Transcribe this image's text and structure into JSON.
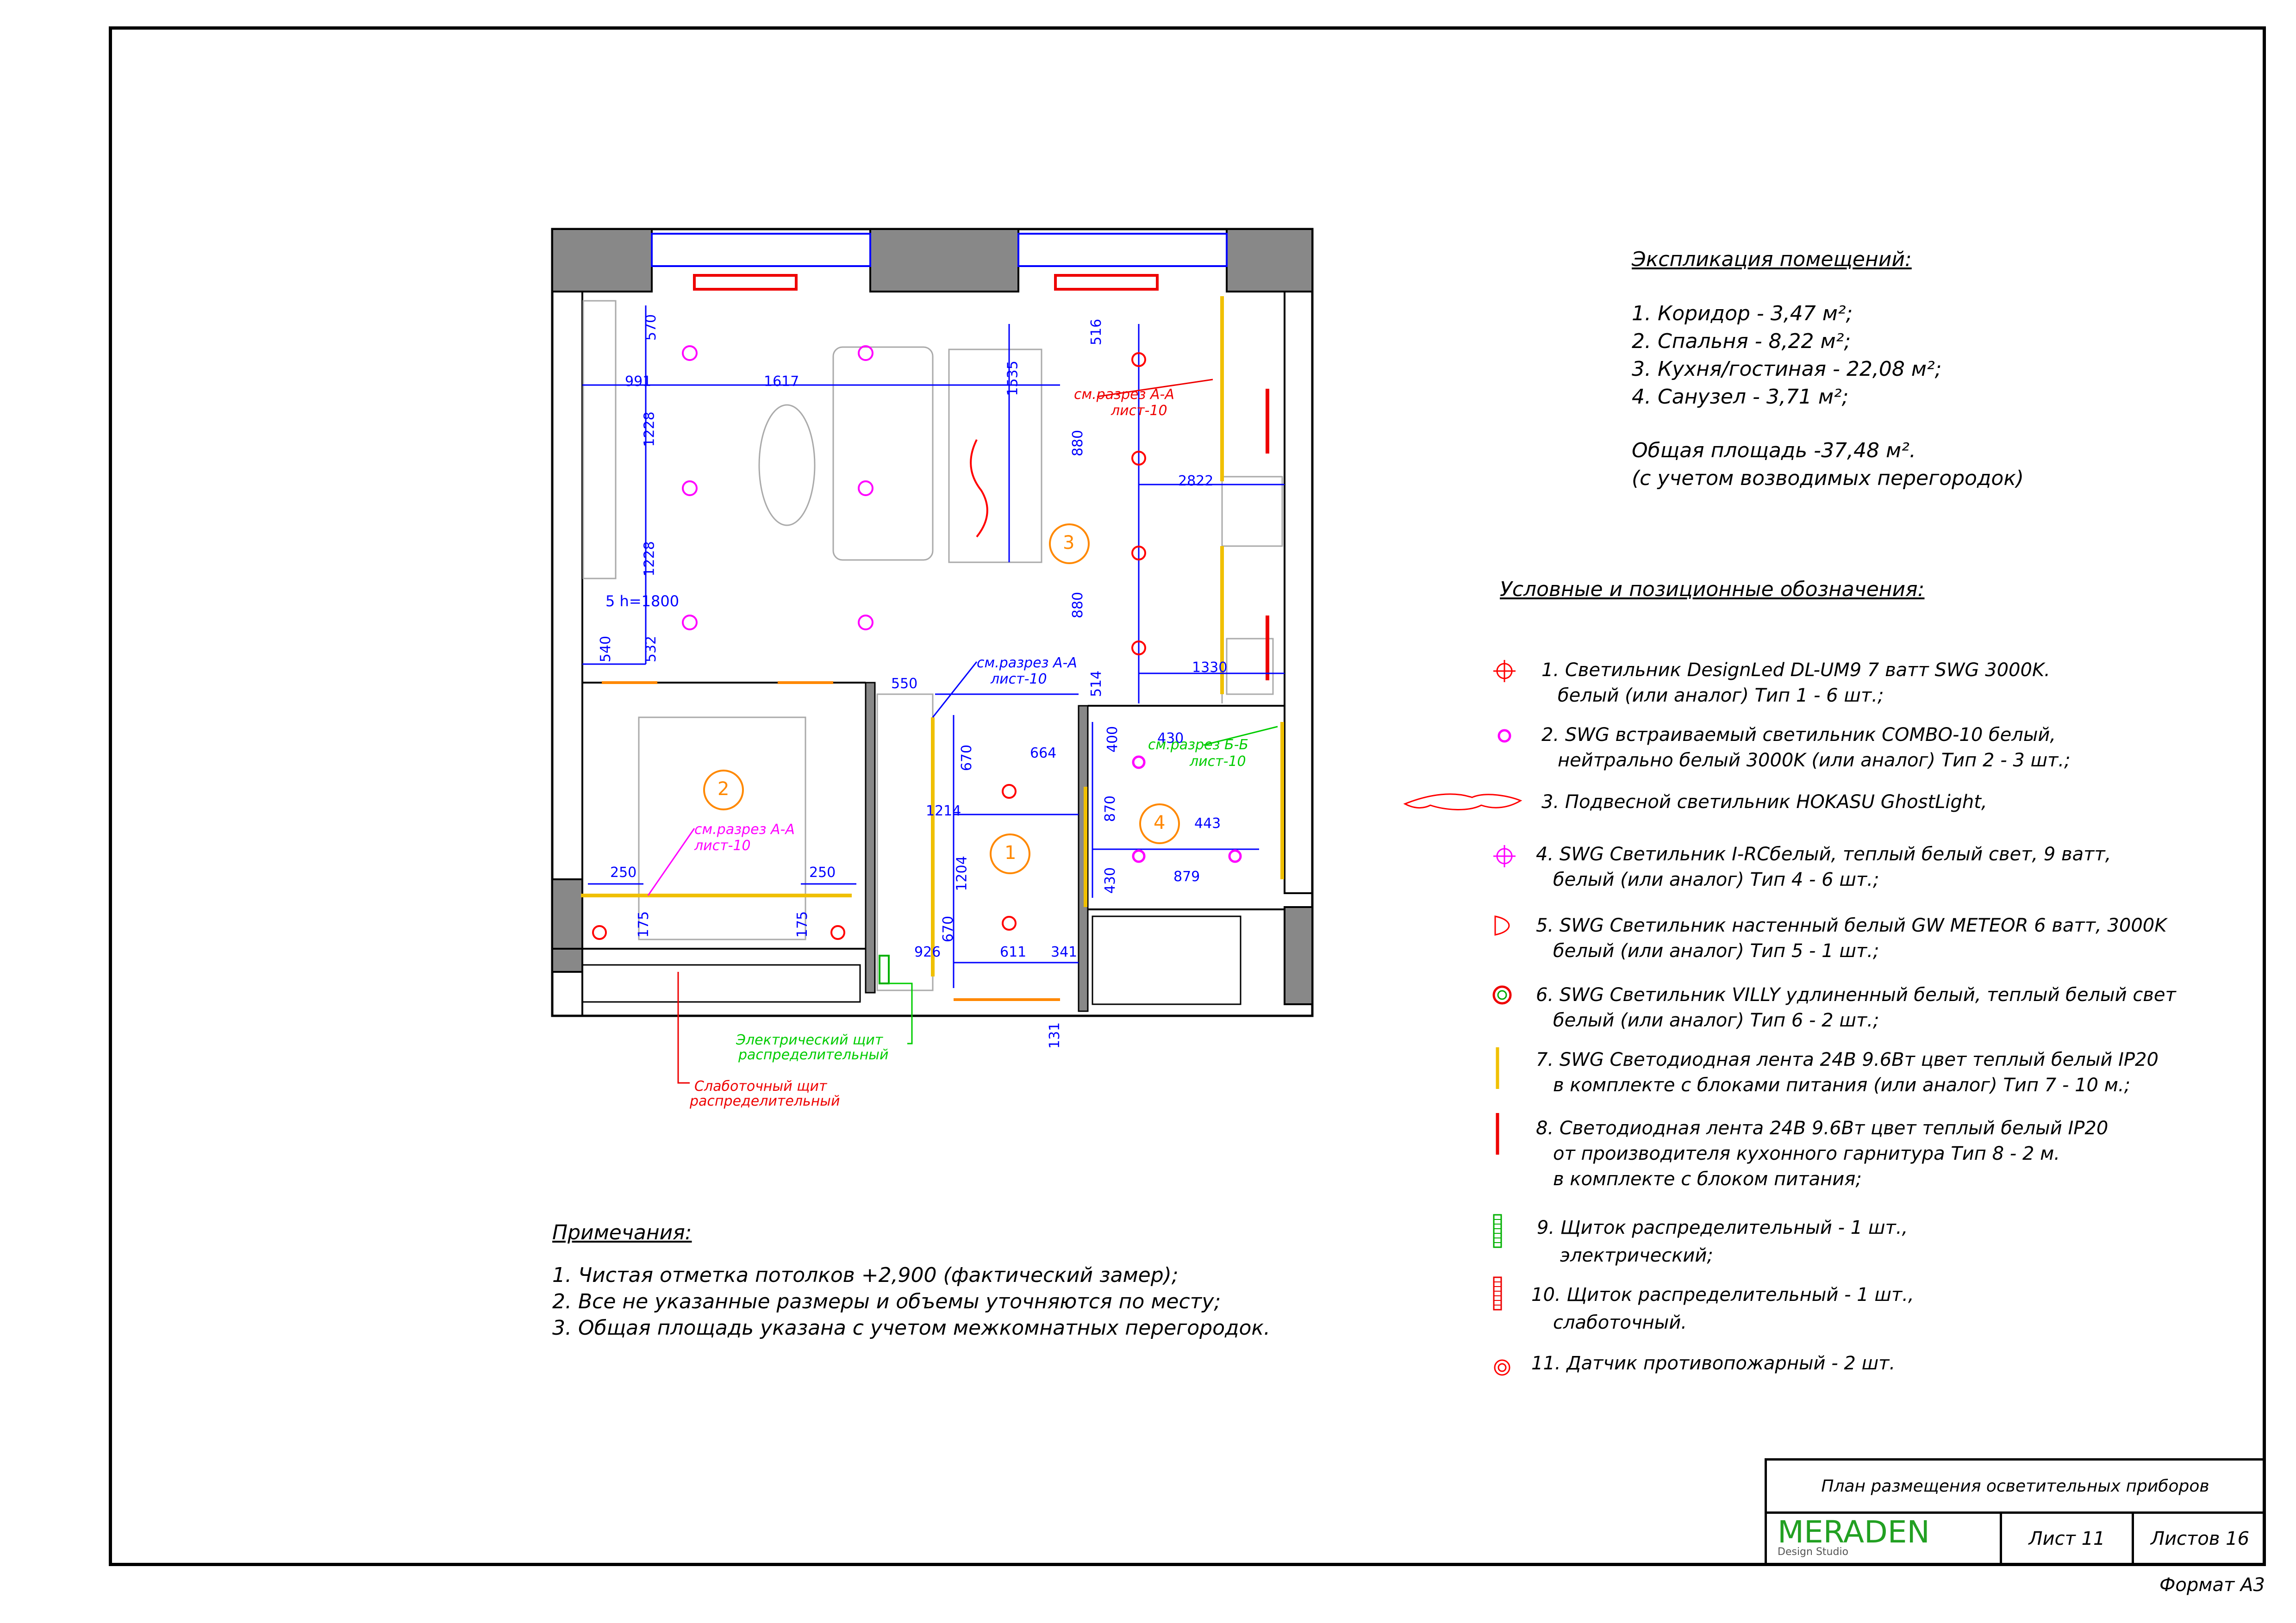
{
  "explication": {
    "title": "Экспликация помещений:",
    "rooms": [
      "1. Коридор - 3,47 м²;",
      "2. Спальня - 8,22 м²;",
      "3. Кухня/гостиная - 22,08 м²;",
      "4. Санузел - 3,71 м²;"
    ],
    "total": "Общая площадь -37,48 м².",
    "total_note": "(с учетом возводимых перегородок)"
  },
  "legend": {
    "title": "Условные и позиционные обозначения:",
    "items": [
      {
        "icon": "crosshair-light-icon",
        "line1": "1. Светильник DesignLed DL-UM9 7 ватт SWG 3000K.",
        "line2": "белый (или аналог) Тип 1 - 6 шт.;",
        "color": "#ff0000"
      },
      {
        "icon": "recessed-light-icon",
        "line1": "2. SWG встраиваемый светильник COMBO-10 белый,",
        "line2": "нейтрально белый 3000K (или аналог) Тип 2 - 3 шт.;",
        "color": "#ff00ff"
      },
      {
        "icon": "pendant-light-icon",
        "line1": "3. Подвесной светильник HOKASU GhostLight,",
        "line2": "",
        "color": "#ff0000"
      },
      {
        "icon": "spot-light-icon",
        "line1": "4. SWG Светильник I-RCбелый, теплый белый свет, 9 ватт,",
        "line2": "белый (или аналог) Тип 4 - 6 шт.;",
        "color": "#ff00ff"
      },
      {
        "icon": "wall-light-icon",
        "line1": "5. SWG Светильник настенный белый GW METEOR 6 ватт, 3000K",
        "line2": "белый (или аналог) Тип 5 - 1 шт.;",
        "color": "#ff0000"
      },
      {
        "icon": "oval-light-icon",
        "line1": "6. SWG Светильник VILLY удлиненный белый, теплый белый свет",
        "line2": "белый (или аналог) Тип 6 - 2 шт.;",
        "color": "#ff0000"
      },
      {
        "icon": "yellow-strip-icon",
        "line1": "7. SWG Светодиодная лента 24В 9.6Вт цвет теплый белый IP20",
        "line2": "в комплекте с блоками питания (или аналог) Тип 7 - 10 м.;",
        "color": "#f0c000"
      },
      {
        "icon": "red-strip-icon",
        "line1": "8. Светодиодная лента 24В 9.6Вт цвет теплый белый IP20",
        "line2": "от производителя кухонного гарнитура Тип 8 - 2 м.",
        "line3": "в комплекте с блоком питания;",
        "color": "#e00000"
      },
      {
        "icon": "green-panel-icon",
        "line1": "9. Щиток распределительный - 1 шт.,",
        "line2": "электрический;",
        "color": "#00b000"
      },
      {
        "icon": "red-panel-icon",
        "line1": "10. Щиток распределительный - 1 шт.,",
        "line2": "слаботочный.",
        "color": "#e00000"
      },
      {
        "icon": "smoke-detector-icon",
        "line1": "11. Датчик противопожарный - 2 шт.",
        "line2": "",
        "color": "#ff0000"
      }
    ]
  },
  "notes": {
    "title": "Примечания:",
    "items": [
      "1. Чистая отметка потолков +2,900 (фактический замер);",
      "2. Все не указанные размеры и объемы уточняются по месту;",
      "3. Общая площадь указана с учетом межкомнатных перегородок."
    ]
  },
  "plan": {
    "dims": [
      "991",
      "1617",
      "570",
      "1228",
      "1228",
      "532",
      "540",
      "1535",
      "880",
      "880",
      "516",
      "514",
      "2822",
      "1330",
      "550",
      "664",
      "1214",
      "670",
      "1204",
      "670",
      "926",
      "611",
      "341",
      "131",
      "400",
      "430",
      "870",
      "443",
      "879",
      "430",
      "250",
      "250",
      "175",
      "175"
    ],
    "room_numbers": [
      "1",
      "2",
      "3",
      "4"
    ],
    "wall_light_label": "5 h=1800",
    "sections": {
      "a_kitchen_1": "см.разрез А-А",
      "a_kitchen_2": "лист-10",
      "a_corr_1": "см.разрез А-А",
      "a_corr_2": "лист-10",
      "a_bed_1": "см.разрез А-А",
      "a_bed_2": "лист-10",
      "b_bath_1": "см.разрез Б-Б",
      "b_bath_2": "лист-10"
    },
    "panel_electric_1": "Электрический щит",
    "panel_electric_2": "распределительный",
    "panel_lowcurrent_1": "Слаботочный щит",
    "panel_lowcurrent_2": "распределительный",
    "colors": {
      "dim": "#0000ff",
      "room": "#ff8800",
      "wall": "#888888",
      "red": "#ff0000",
      "magenta": "#ff00ff",
      "yellow": "#f0c000",
      "green": "#00cc00"
    }
  },
  "title_block": {
    "title": "План размещения осветительных приборов",
    "company": "MERADEN",
    "company_sub": "Design Studio",
    "sheet": "Лист 11",
    "sheets": "Листов 16",
    "format": "Формат  А3"
  }
}
